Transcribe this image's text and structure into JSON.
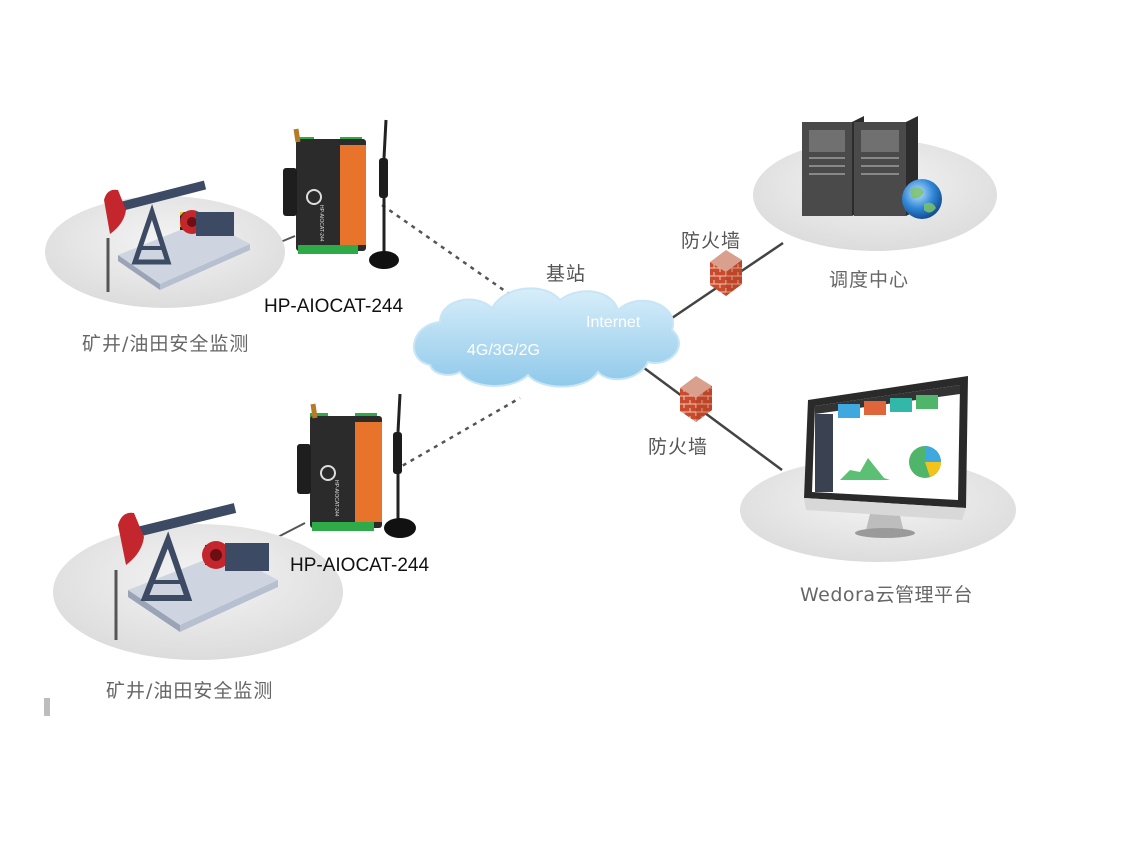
{
  "diagram": {
    "sites": [
      {
        "device_label": "HP-AIOCAT-244",
        "site_label": "矿井/油田安全监测"
      },
      {
        "device_label": "HP-AIOCAT-244",
        "site_label": "矿井/油田安全监测"
      }
    ],
    "cloud": {
      "station_label": "基站",
      "network_label": "4G/3G/2G",
      "internet_label": "Internet"
    },
    "firewalls": [
      {
        "label": "防火墙"
      },
      {
        "label": "防火墙"
      }
    ],
    "control_center": {
      "label": "调度中心"
    },
    "platform": {
      "label": "Wedora云管理平台"
    },
    "device_face_text": "HP-AIOCAT-244",
    "colors": {
      "platform_ellipse": "#e2e2e2",
      "cloud": "#9fd2ee",
      "firewall_brick": "#c94a2c",
      "device_body": "#2b2b2b",
      "device_panel": "#e8732a",
      "pump_red": "#c4262d",
      "pump_frame": "#3d4a63",
      "line": "#555555"
    },
    "icons": [
      "oil-pump-icon",
      "antenna-icon",
      "firewall-icon",
      "server-icon",
      "globe-icon",
      "monitor-icon",
      "cloud-icon"
    ]
  }
}
